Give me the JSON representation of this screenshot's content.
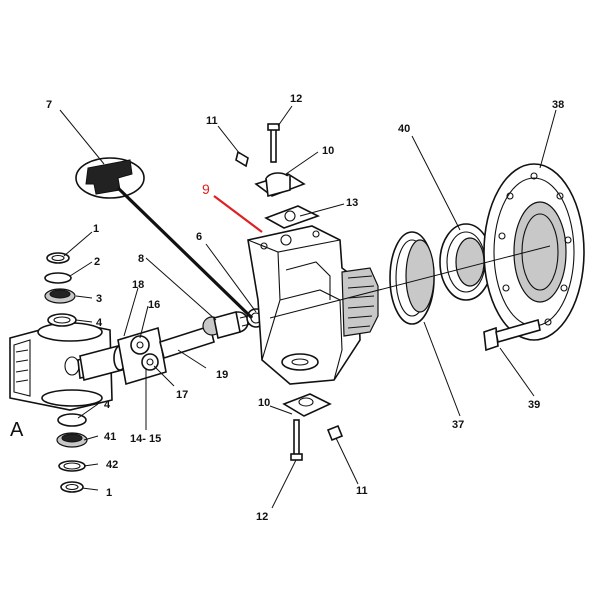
{
  "diagram": {
    "view_letter": "A",
    "highlight": {
      "text": "9",
      "color": "#e02020"
    },
    "callouts": [
      {
        "id": "c1-top",
        "text": "1"
      },
      {
        "id": "c2",
        "text": "2"
      },
      {
        "id": "c3",
        "text": "3"
      },
      {
        "id": "c4-top",
        "text": "4"
      },
      {
        "id": "c4-bot",
        "text": "4"
      },
      {
        "id": "c6",
        "text": "6"
      },
      {
        "id": "c7",
        "text": "7"
      },
      {
        "id": "c8",
        "text": "8"
      },
      {
        "id": "c10-top",
        "text": "10"
      },
      {
        "id": "c10-bot",
        "text": "10"
      },
      {
        "id": "c11-top",
        "text": "11"
      },
      {
        "id": "c11-bot",
        "text": "11"
      },
      {
        "id": "c12-top",
        "text": "12"
      },
      {
        "id": "c12-bot",
        "text": "12"
      },
      {
        "id": "c13",
        "text": "13"
      },
      {
        "id": "c14-15",
        "text": "14- 15"
      },
      {
        "id": "c16",
        "text": "16"
      },
      {
        "id": "c17",
        "text": "17"
      },
      {
        "id": "c18",
        "text": "18"
      },
      {
        "id": "c19",
        "text": "19"
      },
      {
        "id": "c37",
        "text": "37"
      },
      {
        "id": "c38",
        "text": "38"
      },
      {
        "id": "c39",
        "text": "39"
      },
      {
        "id": "c40",
        "text": "40"
      },
      {
        "id": "c41",
        "text": "41"
      },
      {
        "id": "c42",
        "text": "42"
      },
      {
        "id": "c1-bot",
        "text": "1"
      }
    ]
  }
}
